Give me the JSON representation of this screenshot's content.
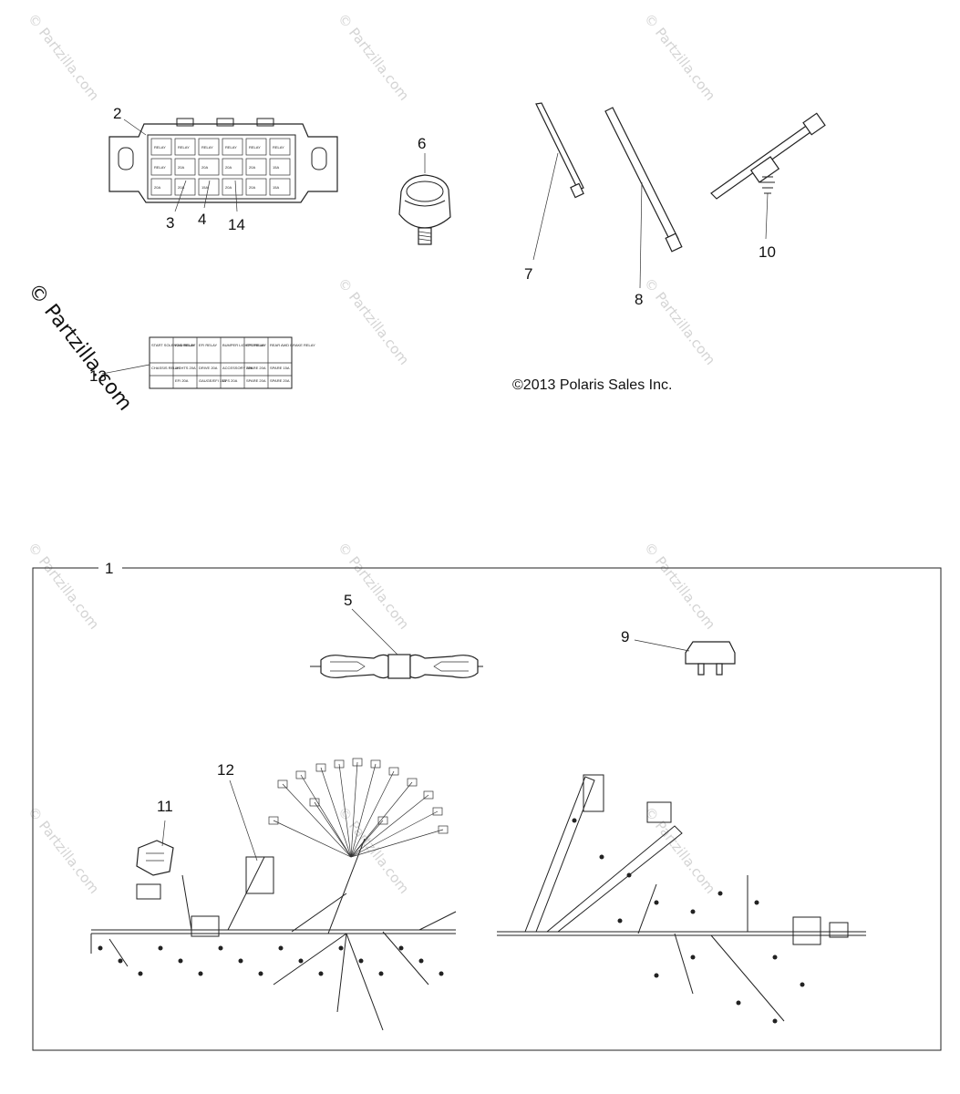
{
  "copyright": "©2013 Polaris Sales Inc.",
  "watermark": {
    "primary": "© Partzilla.com",
    "faint": "© Partzilla.com"
  },
  "callouts": [
    "1",
    "2",
    "3",
    "4",
    "5",
    "6",
    "7",
    "8",
    "9",
    "10",
    "11",
    "12",
    "13",
    "14"
  ],
  "fuse_box_labels": {
    "top_row": [
      "RELAY",
      "RELAY",
      "RELAY",
      "RELAY",
      "RELAY",
      "RELAY"
    ],
    "mid_row": [
      "RELAY",
      "20A",
      "20A",
      "20A",
      "20A",
      "15A"
    ],
    "bottom_row": [
      "20A",
      "20A",
      "15A",
      "20A",
      "20A",
      "15A"
    ]
  },
  "decal_table": {
    "row1": [
      "START SOLENOID RELAY",
      "FAN RELAY",
      "EFI RELAY",
      "BUMPER LIGHTS RELAY",
      "EPS RELAY",
      "REAR AWD BRAKE RELAY"
    ],
    "row2": [
      "CHASSIS RELAY",
      "LIGHTS 20A",
      "DRIVE 20A",
      "ACCESSORY 20A",
      "SPARE 20A",
      "SPARE 15A"
    ],
    "row3": [
      "",
      "EFI 20A",
      "GAUGE/EFI 15A",
      "EPS 20A",
      "SPARE 20A",
      "SPARE 20A"
    ]
  }
}
